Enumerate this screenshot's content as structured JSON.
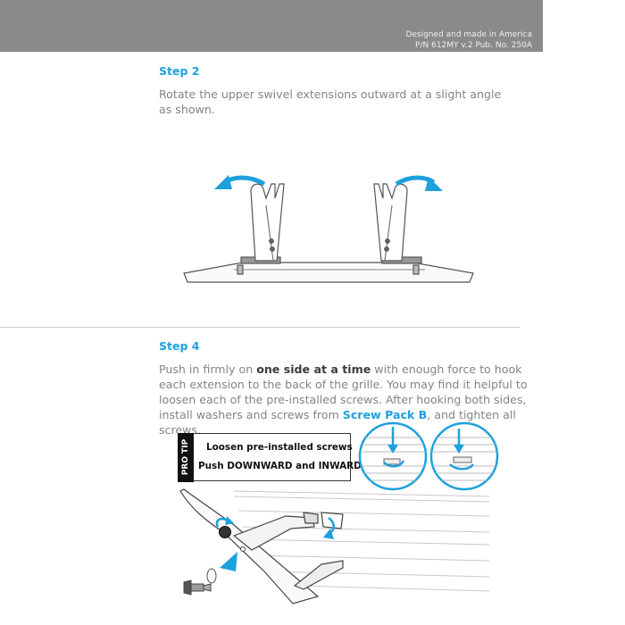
{
  "header": {
    "line1": "Designed and made in America",
    "line2": "P/N 612MY v.2 Pub. No. 250A"
  },
  "step2": {
    "title": "Step 2",
    "line1": "Rotate the upper swivel extensions outward at a slight angle",
    "line2": "as shown."
  },
  "step4": {
    "title": "Step 4",
    "line1_pre": "Push in firmly on ",
    "line1_bold": "one side at a time",
    "line1_post": " with enough force to hook",
    "line2": "each extension to the back of the grille.  You may find it helpful to",
    "line3": "loosen each of the pre-installed screws.  After hooking both sides,",
    "line4_pre": "install washers and screws from ",
    "line4_blue": "Screw Pack B",
    "line4_post": ", and tighten all screws."
  },
  "protip": {
    "label": "PRO TIP",
    "line1": "Loosen pre-installed screws",
    "line2": "Push DOWNWARD and INWARD"
  },
  "colors": {
    "accent": "#1ea0dd",
    "header_bg": "#8a8a8c",
    "text": "#848484"
  }
}
